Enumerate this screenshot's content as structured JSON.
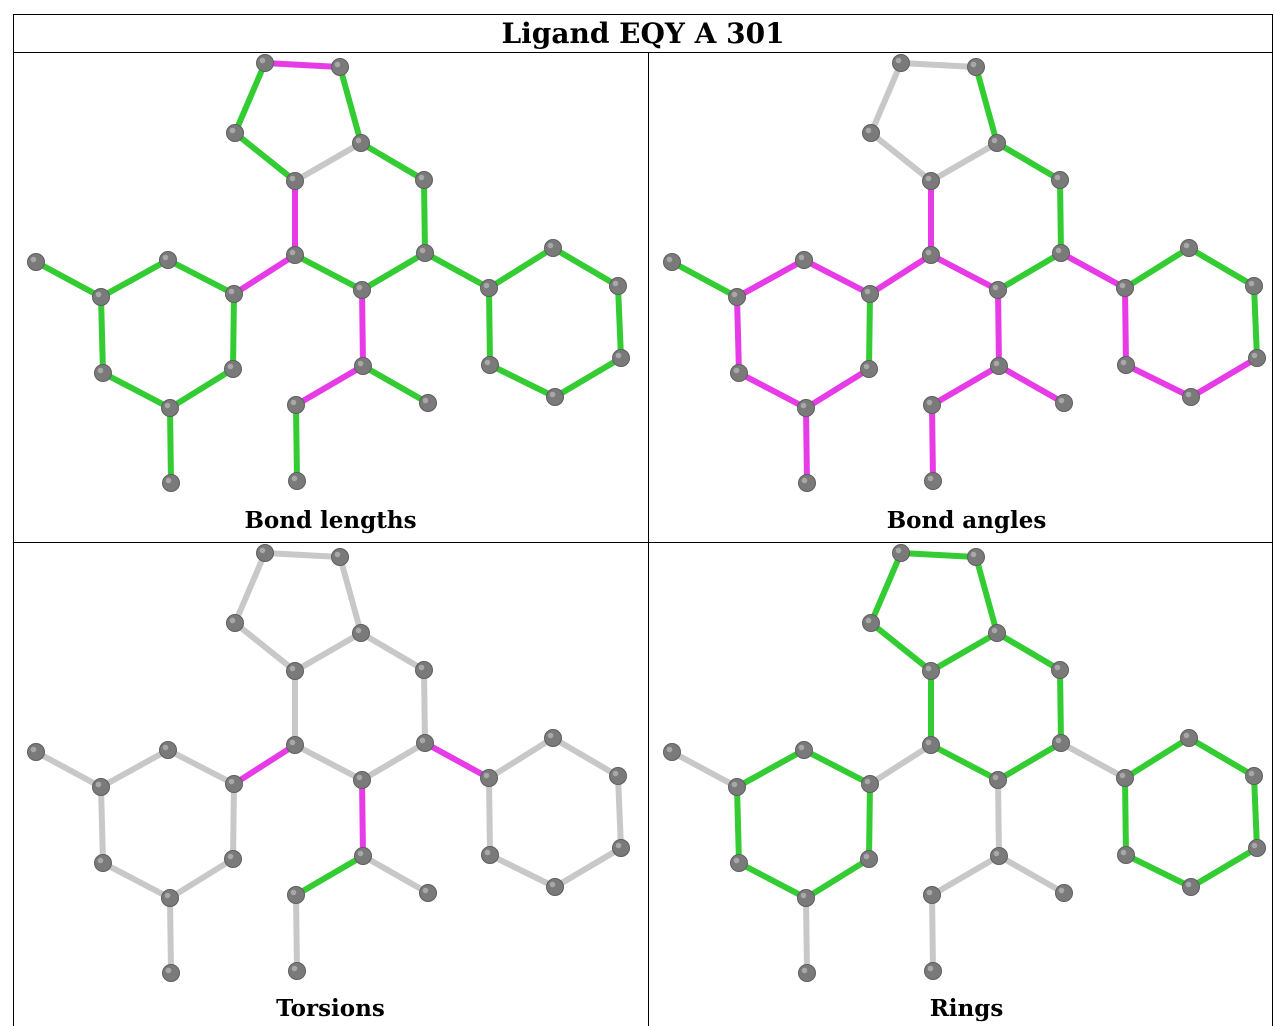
{
  "title": "Ligand EQY A 301",
  "colors": {
    "neutral_bond": "#c8c8c8",
    "green_bond": "#33cc33",
    "magenta_bond": "#e63be6",
    "atom": "#7a7a7a"
  },
  "panels": [
    {
      "caption": "Bond lengths",
      "magenta": [
        [
          0,
          1
        ],
        [
          1,
          3
        ],
        [
          3,
          4
        ],
        [
          4,
          6
        ],
        [
          20,
          21
        ],
        [
          21,
          22
        ]
      ],
      "neutral": [
        [
          4,
          5
        ]
      ]
    },
    {
      "caption": "Bond angles",
      "magenta": [
        [
          4,
          6
        ],
        [
          4,
          5
        ],
        [
          5,
          7
        ],
        [
          6,
          13
        ],
        [
          13,
          14
        ],
        [
          13,
          15
        ],
        [
          14,
          16
        ],
        [
          15,
          17
        ],
        [
          16,
          19
        ],
        [
          17,
          18
        ],
        [
          5,
          21
        ],
        [
          21,
          22
        ],
        [
          22,
          23
        ],
        [
          22,
          24
        ],
        [
          24,
          25
        ],
        [
          7,
          8
        ],
        [
          8,
          26
        ],
        [
          8,
          9
        ],
        [
          10,
          11
        ]
      ],
      "neutral": [
        [
          0,
          1
        ],
        [
          1,
          2
        ],
        [
          2,
          3
        ],
        [
          3,
          4
        ]
      ]
    },
    {
      "caption": "Torsions",
      "magenta": [
        [
          4,
          6
        ],
        [
          5,
          21
        ],
        [
          7,
          8
        ]
      ],
      "green": [
        [
          22,
          24
        ]
      ],
      "neutral_rest": true
    },
    {
      "caption": "Rings",
      "green": [
        [
          0,
          1
        ],
        [
          1,
          2
        ],
        [
          2,
          3
        ],
        [
          3,
          4
        ],
        [
          4,
          5
        ],
        [
          5,
          7
        ],
        [
          7,
          30
        ],
        [
          30,
          0
        ],
        [
          6,
          13
        ],
        [
          13,
          14
        ],
        [
          14,
          16
        ],
        [
          16,
          19
        ],
        [
          19,
          17
        ],
        [
          17,
          15
        ],
        [
          15,
          6
        ],
        [
          8,
          9
        ],
        [
          9,
          10
        ],
        [
          10,
          11
        ],
        [
          11,
          12
        ],
        [
          12,
          27
        ],
        [
          27,
          8
        ]
      ],
      "neutral_rest": true
    }
  ]
}
